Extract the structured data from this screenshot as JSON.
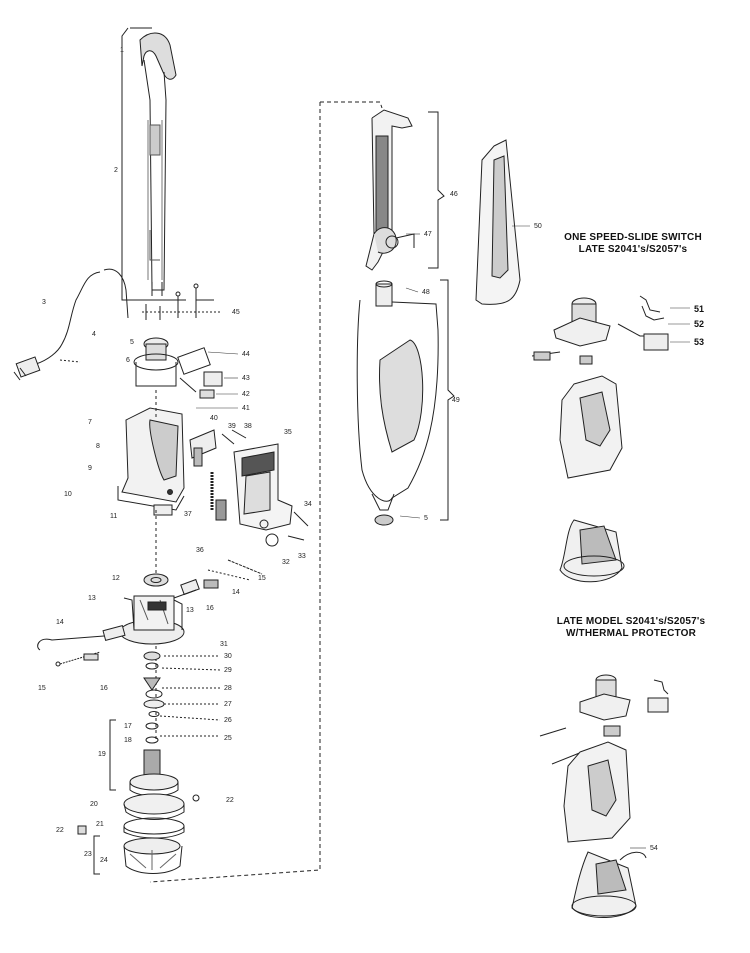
{
  "headings": {
    "variant_a": {
      "line1": "ONE SPEED-SLIDE SWITCH",
      "line2": "LATE S2041's/S2057's"
    },
    "variant_b": {
      "line1": "LATE MODEL S2041's/S2057's",
      "line2": "W/THERMAL PROTECTOR"
    }
  },
  "part_numbers": {
    "p1": "1",
    "p2": "2",
    "p3": "3",
    "p4": "4",
    "p5": "5",
    "p6": "6",
    "p7": "7",
    "p8": "8",
    "p9": "9",
    "p10": "10",
    "p11": "11",
    "p12": "12",
    "p13": "13",
    "p13b": "13",
    "p14": "14",
    "p14b": "14",
    "p15": "15",
    "p15b": "15",
    "p16": "16",
    "p16b": "16",
    "p17": "17",
    "p18": "18",
    "p19": "19",
    "p20": "20",
    "p21": "21",
    "p22": "22",
    "p22b": "22",
    "p23": "23",
    "p24": "24",
    "p25": "25",
    "p26": "26",
    "p27": "27",
    "p28": "28",
    "p29": "29",
    "p30": "30",
    "p31": "31",
    "p32": "32",
    "p33": "33",
    "p34": "34",
    "p35": "35",
    "p36": "36",
    "p37": "37",
    "p38": "38",
    "p39": "39",
    "p40": "40",
    "p41": "41",
    "p42": "42",
    "p43": "43",
    "p44": "44",
    "p45": "45",
    "p46": "46",
    "p47": "47",
    "p48": "48",
    "p49": "49",
    "p5b": "5",
    "p50": "50",
    "p51": "51",
    "p52": "52",
    "p53": "53",
    "p54": "54"
  }
}
